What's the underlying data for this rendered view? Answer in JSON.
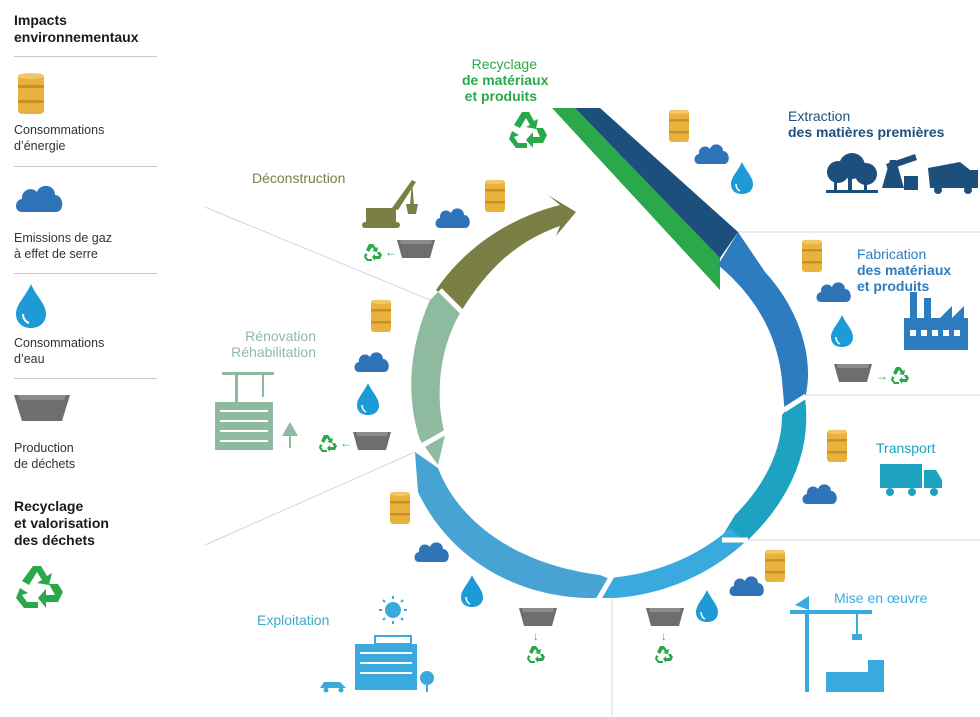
{
  "legend": {
    "title_line1": "Impacts",
    "title_line2": "environnementaux",
    "energy_line1": "Consommations",
    "energy_line2": "d’énergie",
    "ghg_line1": "Emissions de gaz",
    "ghg_line2": "à effet de serre",
    "water_line1": "Consommations",
    "water_line2": "d’eau",
    "waste_line1": "Production",
    "waste_line2": "de déchets",
    "recycling_line1": "Recyclage",
    "recycling_line2": "et valorisation",
    "recycling_line3": "des déchets"
  },
  "stages": {
    "recyclage_line1": "Recyclage",
    "recyclage_line2": "de matériaux",
    "recyclage_line3": "et produits",
    "extraction_line1": "Extraction",
    "extraction_line2": "des matières premières",
    "fabrication_line1": "Fabrication",
    "fabrication_line2": "des matériaux",
    "fabrication_line3": "et produits",
    "transport": "Transport",
    "mise_en_oeuvre": "Mise en œuvre",
    "exploitation": "Exploitation",
    "renovation_line1": "Rénovation",
    "renovation_line2": "Réhabilitation",
    "deconstruction": "Déconstruction"
  },
  "colors": {
    "recycle_green": "#2aa84a",
    "energy_gold": "#e8b23c",
    "cloud_blue": "#2f73b9",
    "water_blue": "#1e9bd7",
    "waste_gray": "#6e6e6e",
    "stage_deconstruction": "#7a8045",
    "stage_renovation": "#8ebba0",
    "stage_exploitation": "#47a3d3",
    "stage_mise_en_oeuvre": "#3aa9de",
    "stage_transport": "#1ea2c2",
    "stage_fabrication": "#2d7cc0",
    "stage_extraction": "#1d4f7c"
  }
}
